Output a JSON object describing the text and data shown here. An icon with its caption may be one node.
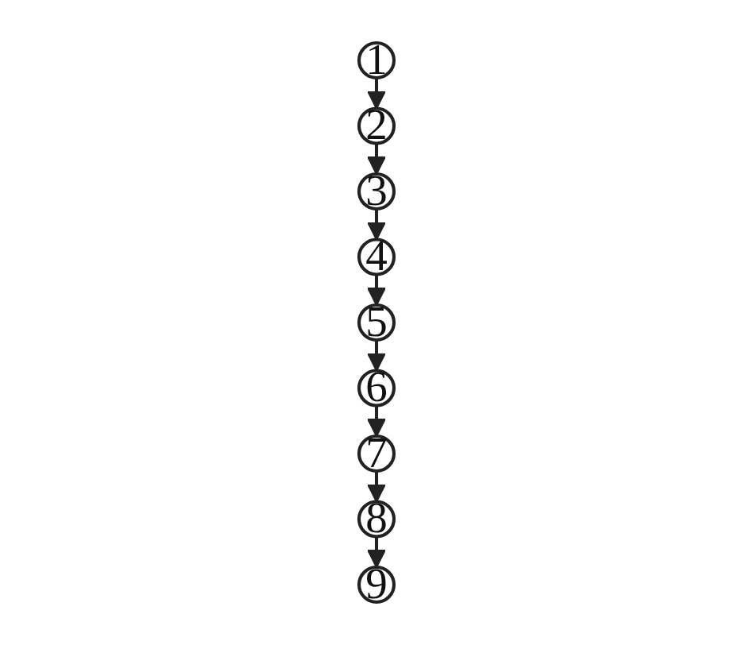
{
  "diagram": {
    "nodes": [
      {
        "text": [
          "1"
        ]
      },
      {
        "text": [
          "2"
        ]
      },
      {
        "text": [
          "3"
        ]
      },
      {
        "text": [
          "4"
        ]
      },
      {
        "text": [
          "5"
        ]
      },
      {
        "text": [
          "6"
        ]
      },
      {
        "text": [
          "7"
        ]
      },
      {
        "text": [
          "8"
        ]
      },
      {
        "text": [
          "9"
        ]
      }
    ],
    "edges": [
      {
        "from": 0,
        "to": 1,
        "arrow": "to"
      },
      {
        "from": 1,
        "to": 2,
        "arrow": "to"
      },
      {
        "from": 2,
        "to": 3,
        "arrow": "to"
      },
      {
        "from": 3,
        "to": 4,
        "arrow": "to"
      },
      {
        "from": 4,
        "to": 5,
        "arrow": "to"
      },
      {
        "from": 5,
        "to": 6,
        "arrow": "to"
      },
      {
        "from": 6,
        "to": 7,
        "arrow": "to"
      },
      {
        "from": 7,
        "to": 8,
        "arrow": "to"
      }
    ]
  }
}
